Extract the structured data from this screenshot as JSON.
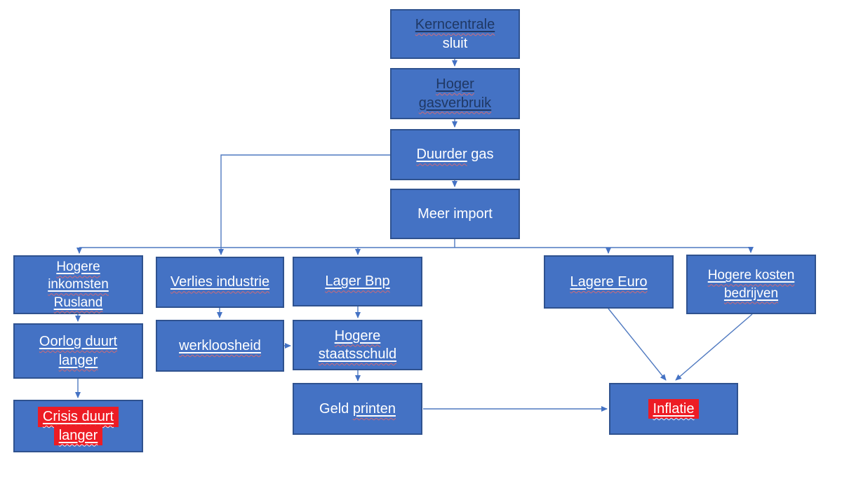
{
  "diagram": {
    "type": "flowchart",
    "language": "Dutch",
    "topic": "Gevolgen kerncentrale sluit"
  },
  "colors": {
    "box_fill": "#4472c4",
    "box_border": "#2f528f",
    "arrow": "#4f79c0",
    "highlight_red": "#ed1c24",
    "dark_text": "#1f3864",
    "light_text": "#ffffff",
    "squiggle": "#d26a74"
  },
  "nodes": {
    "kerncentrale_sluit": {
      "line1": "Kerncentrale",
      "line2": "sluit"
    },
    "hoger_gasverbruik": {
      "line1": "Hoger",
      "line2": "gasverbruik"
    },
    "duurder_gas": {
      "word1": "Duurder",
      "word2": "gas"
    },
    "meer_import": {
      "label": "Meer import"
    },
    "hogere_inkomsten_rusland": {
      "line1": "Hogere",
      "line2": "inkomsten",
      "line3": "Rusland"
    },
    "verlies_industrie": {
      "label": "Verlies industrie"
    },
    "lager_bnp": {
      "label": "Lager Bnp"
    },
    "lagere_euro": {
      "label": "Lagere Euro"
    },
    "hogere_kosten_bedrijven": {
      "line1": "Hogere kosten",
      "line2": "bedrijven"
    },
    "oorlog_duurt_langer": {
      "line1": "Oorlog duurt",
      "line2": "langer"
    },
    "werkloosheid": {
      "label": "werkloosheid"
    },
    "hogere_staatsschuld": {
      "line1": "Hogere",
      "line2": "staatsschuld"
    },
    "crisis_duurt_langer": {
      "line1": "Crisis duurt",
      "line2": "langer"
    },
    "geld_printen": {
      "word1": "Geld",
      "word2": "printen"
    },
    "inflatie": {
      "label": "Inflatie"
    }
  }
}
